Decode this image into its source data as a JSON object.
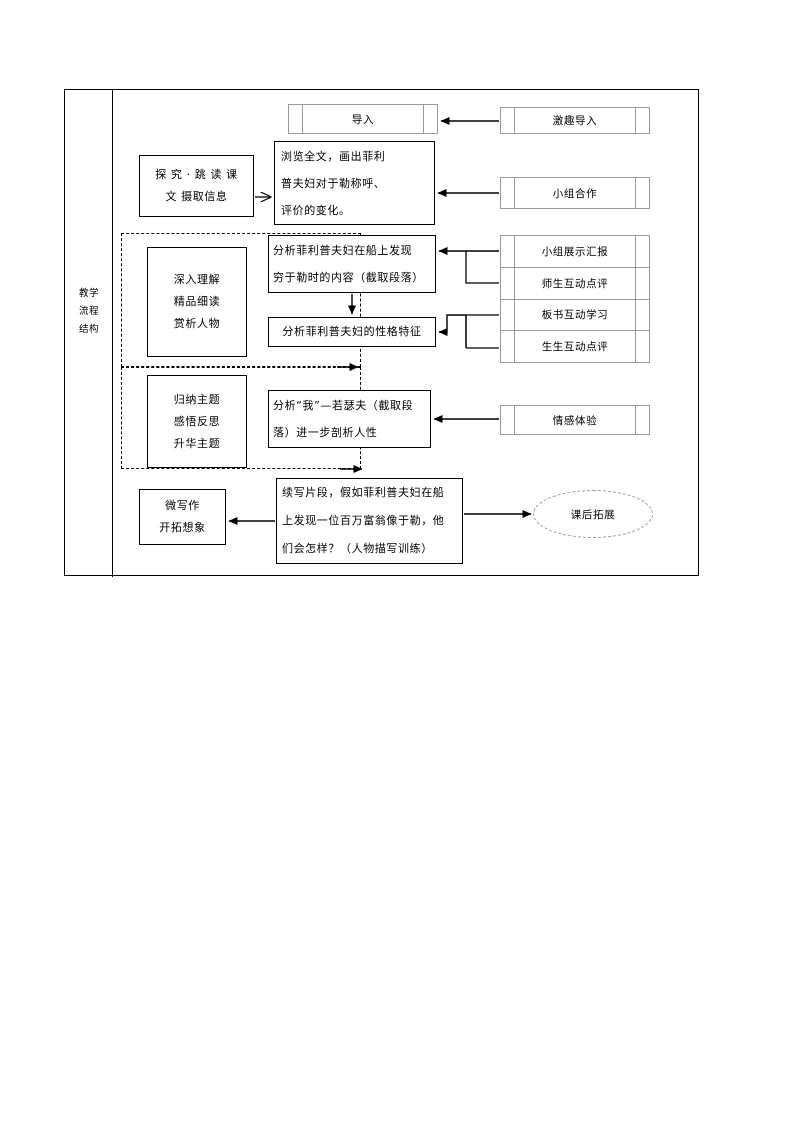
{
  "diagram": {
    "row_label": {
      "lines": [
        "教学",
        "流程",
        "结构"
      ]
    },
    "top_stage": {
      "label": "导入"
    },
    "stage_boxes": [
      {
        "id": "explore",
        "lines": [
          "探 究 · 跳 读 课",
          "文  摄取信息"
        ]
      },
      {
        "id": "deep-read",
        "lines": [
          "深入理解",
          "精品细读",
          "赏析人物"
        ]
      },
      {
        "id": "theme",
        "lines": [
          "归纳主题",
          "感悟反思",
          "升华主题"
        ]
      },
      {
        "id": "micro-writing",
        "lines": [
          "微写作",
          "开拓想象"
        ]
      }
    ],
    "activity_boxes": [
      {
        "id": "browse-text",
        "lines": [
          "浏览全文，画出菲利",
          "普夫妇对于勒称呼、",
          "评价的变化。"
        ]
      },
      {
        "id": "analyze-ship",
        "lines": [
          "分析菲利普夫妇在船上发现",
          "穷于勒时的内容（截取段落）"
        ]
      },
      {
        "id": "analyze-character",
        "lines": [
          "分析菲利普夫妇的性格特征"
        ]
      },
      {
        "id": "analyze-me",
        "lines": [
          "分析“我”—若瑟夫（截取段",
          "落）进一步剖析人性"
        ]
      },
      {
        "id": "continuation",
        "lines": [
          "续写片段，假如菲利普夫妇在船",
          "上发现一位百万富翁像于勒，他",
          "们会怎样？（人物描写训练）"
        ]
      }
    ],
    "method_boxes": [
      {
        "id": "interest-intro",
        "label": "激趣导入"
      },
      {
        "id": "group-work",
        "label": "小组合作"
      },
      {
        "id": "emotion-experience",
        "label": "情感体验"
      }
    ],
    "method_stack": [
      {
        "id": "group-report",
        "label": "小组展示汇报"
      },
      {
        "id": "teacher-student-comment",
        "label": "师生互动点评"
      },
      {
        "id": "blackboard-learning",
        "label": "板书互动学习"
      },
      {
        "id": "student-student-comment",
        "label": "生生互动点评"
      }
    ],
    "extension": {
      "label": "课后拓展"
    },
    "colors": {
      "line": "#000000",
      "table_border": "#9a9a9a",
      "background": "#ffffff"
    }
  }
}
